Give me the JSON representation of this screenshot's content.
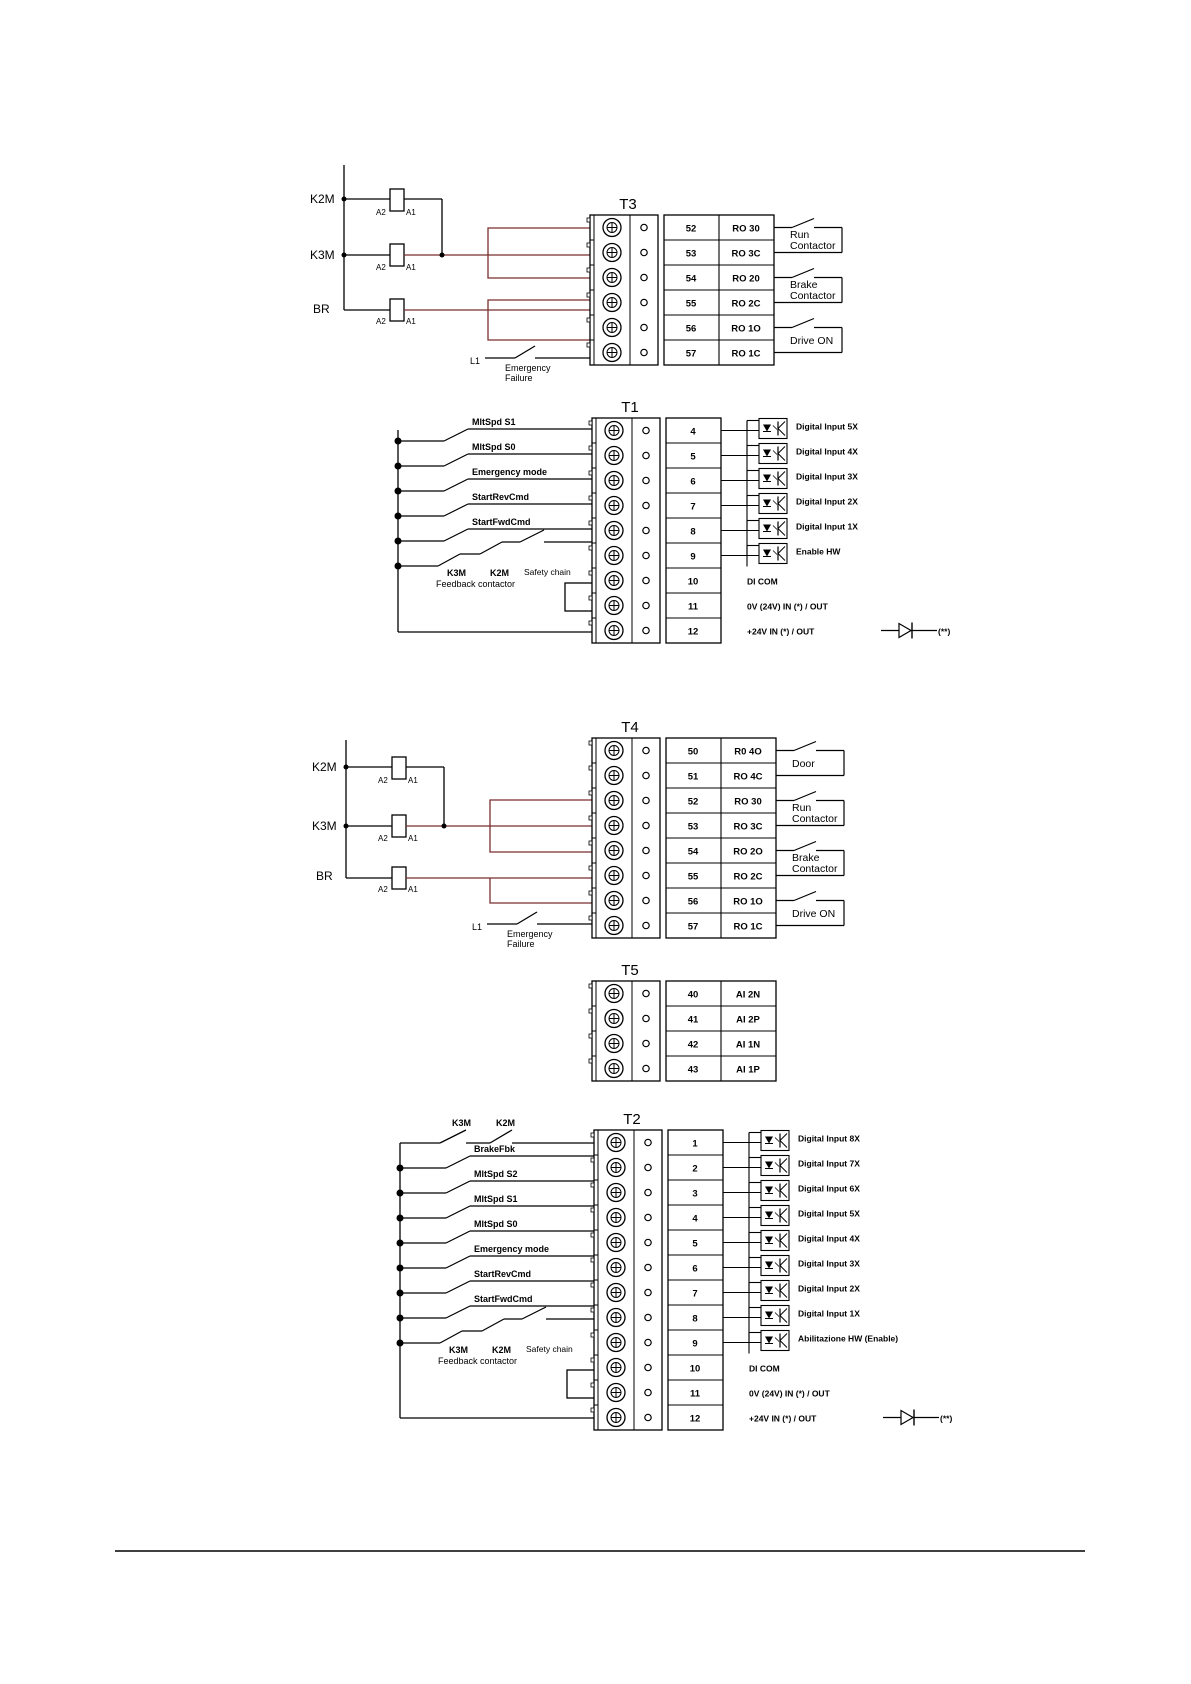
{
  "relay_block_1": {
    "coils": [
      {
        "label": "K2M",
        "left_pin": "A2",
        "right_pin": "A1"
      },
      {
        "label": "K3M",
        "left_pin": "A2",
        "right_pin": "A1"
      },
      {
        "label": "BR",
        "left_pin": "A2",
        "right_pin": "A1"
      }
    ],
    "l1": "L1",
    "emergency": [
      "Emergency",
      "Failure"
    ]
  },
  "t3": {
    "title": "T3",
    "rows": [
      {
        "num": "52",
        "sig": "RO 30"
      },
      {
        "num": "53",
        "sig": "RO 3C"
      },
      {
        "num": "54",
        "sig": "RO 20"
      },
      {
        "num": "55",
        "sig": "RO 2C"
      },
      {
        "num": "56",
        "sig": "RO 1O"
      },
      {
        "num": "57",
        "sig": "RO 1C"
      }
    ],
    "contacts": [
      [
        "Run",
        "Contactor"
      ],
      [
        "Brake",
        "Contactor"
      ],
      [
        "Drive ON"
      ]
    ]
  },
  "t1": {
    "title": "T1",
    "switches": [
      "MltSpd S1",
      "MltSpd S0",
      "Emergency mode",
      "StartRevCmd",
      "StartFwdCmd"
    ],
    "feedback": {
      "k3m": "K3M",
      "k2m": "K2M",
      "safety": "Safety chain",
      "label": "Feedback contactor"
    },
    "rows": [
      {
        "num": "4",
        "desc": "Digital Input 5X"
      },
      {
        "num": "5",
        "desc": "Digital Input 4X"
      },
      {
        "num": "6",
        "desc": "Digital Input 3X"
      },
      {
        "num": "7",
        "desc": "Digital Input 2X"
      },
      {
        "num": "8",
        "desc": "Digital Input 1X"
      },
      {
        "num": "9",
        "desc": "Enable HW"
      },
      {
        "num": "10",
        "desc": "DI COM"
      },
      {
        "num": "11",
        "desc": "0V (24V) IN (*) / OUT"
      },
      {
        "num": "12",
        "desc": "+24V IN (*) / OUT"
      }
    ],
    "diode_note": "(**)"
  },
  "relay_block_2": {
    "coils": [
      {
        "label": "K2M",
        "left_pin": "A2",
        "right_pin": "A1"
      },
      {
        "label": "K3M",
        "left_pin": "A2",
        "right_pin": "A1"
      },
      {
        "label": "BR",
        "left_pin": "A2",
        "right_pin": "A1"
      }
    ],
    "l1": "L1",
    "emergency": [
      "Emergency",
      "Failure"
    ]
  },
  "t4": {
    "title": "T4",
    "rows": [
      {
        "num": "50",
        "sig": "R0 4O"
      },
      {
        "num": "51",
        "sig": "RO 4C"
      },
      {
        "num": "52",
        "sig": "RO 30"
      },
      {
        "num": "53",
        "sig": "RO 3C"
      },
      {
        "num": "54",
        "sig": "RO 2O"
      },
      {
        "num": "55",
        "sig": "RO 2C"
      },
      {
        "num": "56",
        "sig": "RO 1O"
      },
      {
        "num": "57",
        "sig": "RO 1C"
      }
    ],
    "contacts": [
      [
        "Door"
      ],
      [
        "Run",
        "Contactor"
      ],
      [
        "Brake",
        "Contactor"
      ],
      [
        "Drive ON"
      ]
    ]
  },
  "t5": {
    "title": "T5",
    "rows": [
      {
        "num": "40",
        "sig": "AI 2N"
      },
      {
        "num": "41",
        "sig": "AI 2P"
      },
      {
        "num": "42",
        "sig": "AI 1N"
      },
      {
        "num": "43",
        "sig": "AI 1P"
      }
    ]
  },
  "t2": {
    "title": "T2",
    "top_labels": {
      "k3m": "K3M",
      "k2m": "K2M"
    },
    "switches": [
      "BrakeFbk",
      "MltSpd S2",
      "MltSpd S1",
      "MltSpd S0",
      "Emergency mode",
      "StartRevCmd",
      "StartFwdCmd"
    ],
    "feedback": {
      "k3m": "K3M",
      "k2m": "K2M",
      "safety": "Safety chain",
      "label": "Feedback contactor"
    },
    "rows": [
      {
        "num": "1",
        "desc": "Digital Input 8X"
      },
      {
        "num": "2",
        "desc": "Digital Input 7X"
      },
      {
        "num": "3",
        "desc": "Digital Input 6X"
      },
      {
        "num": "4",
        "desc": "Digital Input 5X"
      },
      {
        "num": "5",
        "desc": "Digital Input 4X"
      },
      {
        "num": "6",
        "desc": "Digital Input 3X"
      },
      {
        "num": "7",
        "desc": "Digital Input 2X"
      },
      {
        "num": "8",
        "desc": "Digital Input 1X"
      },
      {
        "num": "9",
        "desc": "Abilitazione HW (Enable)"
      },
      {
        "num": "10",
        "desc": "DI COM"
      },
      {
        "num": "11",
        "desc": "0V (24V) IN (*) / OUT"
      },
      {
        "num": "12",
        "desc": "+24V IN (*) / OUT"
      }
    ],
    "diode_note": "(**)"
  },
  "colors": {
    "wire": "#7a2e2e",
    "ink": "#000000"
  }
}
